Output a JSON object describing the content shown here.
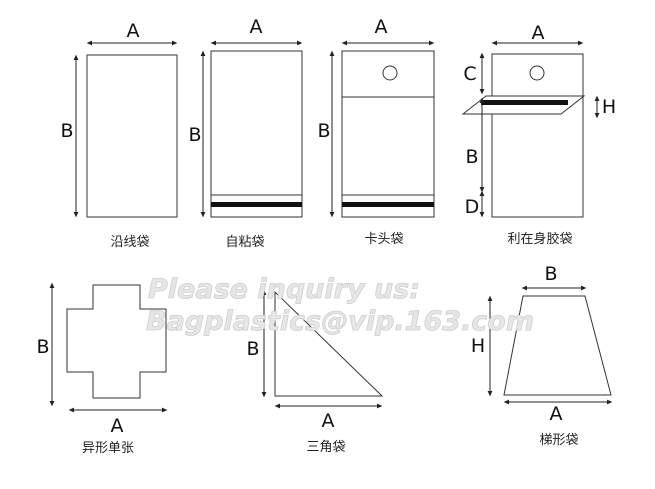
{
  "bags": [
    {
      "caption": "沿线袋",
      "labels": {
        "width": "A",
        "height": "B"
      }
    },
    {
      "caption": "自粘袋",
      "labels": {
        "width": "A",
        "height": "B"
      }
    },
    {
      "caption": "卡头袋",
      "labels": {
        "width": "A",
        "height": "B"
      }
    },
    {
      "caption": "利在身胶袋",
      "labels": {
        "width": "A",
        "top": "C",
        "flap": "H",
        "height": "B",
        "bottom": "D"
      }
    },
    {
      "caption": "异形单张",
      "labels": {
        "width": "A",
        "height": "B"
      }
    },
    {
      "caption": "三角袋",
      "labels": {
        "width": "A",
        "height": "B"
      }
    },
    {
      "caption": "梯形袋",
      "labels": {
        "top": "B",
        "height": "H",
        "bottom": "A"
      }
    }
  ],
  "watermark": {
    "line1": "Please inquiry us:",
    "line2": "Bagplastics@vip.163.com"
  }
}
